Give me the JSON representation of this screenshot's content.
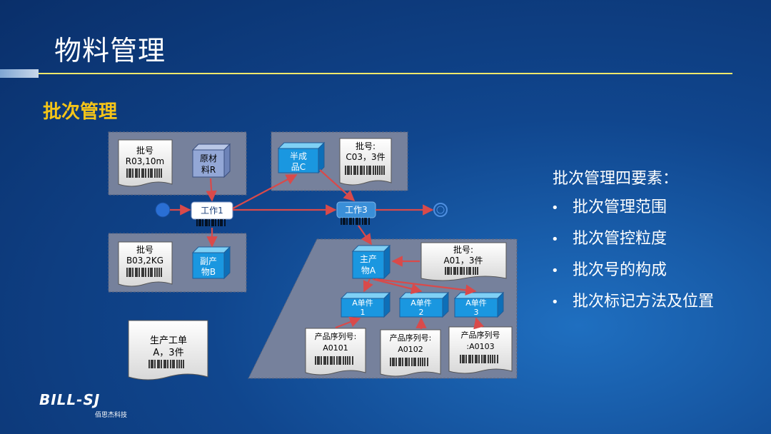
{
  "title": "物料管理",
  "subtitle": "批次管理",
  "elements": {
    "heading": "批次管理四要素：",
    "items": [
      "批次管理范围",
      "批次管控粒度",
      "批次号的构成",
      "批次标记方法及位置"
    ]
  },
  "diagram": {
    "raw_material_doc": {
      "line1": "批号",
      "line2": "R03,10m"
    },
    "raw_material": {
      "line1": "原材",
      "line2": "料R"
    },
    "work1": "工作1",
    "work3": "工作3",
    "byproduct_doc": {
      "line1": "批号",
      "line2": "B03,2KG"
    },
    "byproduct": {
      "line1": "副产",
      "line2": "物B"
    },
    "semi_product": {
      "line1": "半成",
      "line2": "品C"
    },
    "semi_doc": {
      "line1": "批号:",
      "line2": "C03，3件"
    },
    "main_product": {
      "line1": "主产",
      "line2": "物A"
    },
    "main_doc": {
      "line1": "批号:",
      "line2": "A01，3件"
    },
    "units": [
      {
        "line1": "A单件",
        "line2": "1"
      },
      {
        "line1": "A单件",
        "line2": "2"
      },
      {
        "line1": "A单件",
        "line2": "3"
      }
    ],
    "serial_docs": [
      {
        "line1": "产品序列号:",
        "line2": "A0101"
      },
      {
        "line1": "产品序列号:",
        "line2": "A0102"
      },
      {
        "line1": "产品序列号",
        "line2": ":A0103"
      }
    ],
    "work_order": {
      "line1": "生产工单",
      "line2": "A，3件"
    }
  },
  "logo": {
    "main": "BILL-SJ",
    "sub": "佰思杰科技"
  }
}
